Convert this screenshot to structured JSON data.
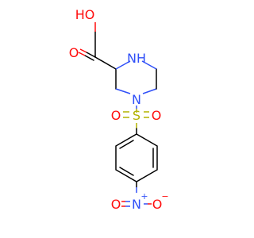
{
  "colors": {
    "carbon_bond": "#000000",
    "oxygen": "#ff0d0d",
    "nitrogen": "#3050f8",
    "sulfur": "#b2b200"
  },
  "atoms": {
    "oh_label": "HO",
    "carbonyl_o": "O",
    "amine_nh": "NH",
    "ring_n": "N",
    "sulfur": "S",
    "sulfonyl_o_left": "O",
    "sulfonyl_o_right": "O",
    "nitro_n": "N",
    "nitro_n_charge": "+",
    "nitro_o_left": "O",
    "nitro_o_right": "O",
    "nitro_o_charge": "−"
  }
}
